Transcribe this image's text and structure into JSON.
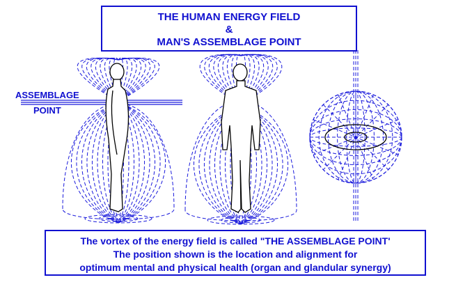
{
  "title": {
    "line1": "THE  HUMAN ENERGY  FIELD",
    "line2": "&",
    "line3": "MAN'S ASSEMBLAGE POINT"
  },
  "label": {
    "line1": "ASSEMBLAGE",
    "line2": "POINT"
  },
  "caption": {
    "line1": "The vortex of the energy field is called \"THE ASSEMBLAGE POINT'",
    "line2": "The position shown is the location and alignment for",
    "line3": "optimum mental and physical health (organ and glandular synergy)"
  },
  "colors": {
    "field_lines": "#1a1adc",
    "text": "#1010d0",
    "figure": "#000000"
  }
}
